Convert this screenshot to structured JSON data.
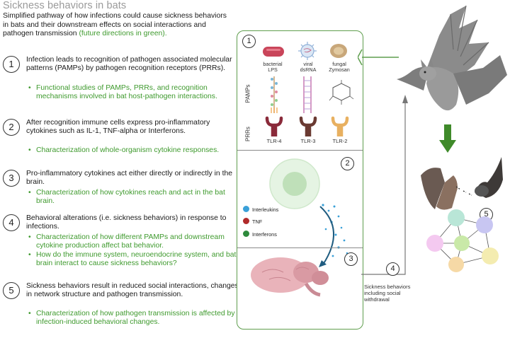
{
  "title": "Sickness behaviors in bats",
  "intro": {
    "text": "Simplified pathway of how infections could cause sickness behaviors in bats and their downstream effects on social interactions and pathogen transmission ",
    "green": "(future directions in green)."
  },
  "steps": [
    {
      "num": "1",
      "text": "Infection leads to recognition of pathogen associated molecular patterns (PAMPs) by pathogen recognition receptors (PRRs).",
      "subs": [
        "Functional studies of PAMPs, PRRs, and recognition mechanisms involved in bat host-pathogen interactions."
      ]
    },
    {
      "num": "2",
      "text": "After recognition immune cells express pro-inflammatory cytokines such as IL-1, TNF-alpha or Interferons.",
      "subs": [
        "Characterization of whole-organism cytokine responses."
      ]
    },
    {
      "num": "3",
      "text": "Pro-inflammatory cytokines act either directly or indirectly in the brain.",
      "subs": [
        "Characterization of how cytokines reach and act in the bat brain."
      ]
    },
    {
      "num": "4",
      "text": "Behavioral alterations (i.e. sickness behaviors) in response to infections.",
      "subs": [
        "Characterization of how different PAMPs and downstream cytokine production affect bat behavior.",
        "How do the immune system, neuroendocrine system, and bat brain interact to cause sickness behaviors?"
      ]
    },
    {
      "num": "5",
      "text": "Sickness behaviors result in reduced social interactions, changes in network structure and pathogen transmission.",
      "subs": [
        "Characterization of how pathogen transmission is affected by infection-induced behavioral changes."
      ]
    }
  ],
  "figure": {
    "panel_nums": [
      "1",
      "2",
      "3",
      "4",
      "5"
    ],
    "pamps_label": "PAMPs",
    "prrs_label": "PRRs",
    "pamps": [
      {
        "label": "bacterial\nLPS",
        "icon": "bacterium-icon",
        "color": "#c9455a"
      },
      {
        "label": "viral\ndsRNA",
        "icon": "virus-icon",
        "color": "#8fb0d8"
      },
      {
        "label": "fungal\nZymosan",
        "icon": "fungus-icon",
        "color": "#c8a77a"
      }
    ],
    "prrs": [
      {
        "label": "TLR-4",
        "color": "#8a2a3a"
      },
      {
        "label": "TLR-3",
        "color": "#6a3a32"
      },
      {
        "label": "TLR-2",
        "color": "#e8b060"
      }
    ],
    "legend": [
      {
        "label": "Interleukins",
        "color": "#3aa0d8"
      },
      {
        "label": "TNF",
        "color": "#b02a2a"
      },
      {
        "label": "Interferons",
        "color": "#2e8a3c"
      }
    ],
    "withdrawal_label": "Sickness behaviors\nincluding social\nwithdrawal",
    "accent": "#5f9e4e",
    "arrow_green": "#3f8a2a"
  }
}
